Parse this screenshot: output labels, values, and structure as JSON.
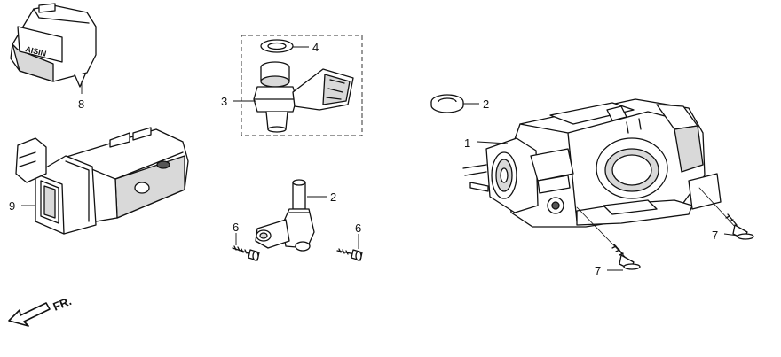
{
  "brand_mark": "AISIN",
  "callouts": {
    "throttle_body": "1",
    "sensor": "2",
    "washer_right": "2",
    "injector": "3",
    "injector_seal": "4",
    "bolt_left": "6",
    "bolt_right": "6",
    "screw_lower": "7",
    "screw_right": "7",
    "cover": "8",
    "ecu_module": "9"
  },
  "direction_label": "FR."
}
